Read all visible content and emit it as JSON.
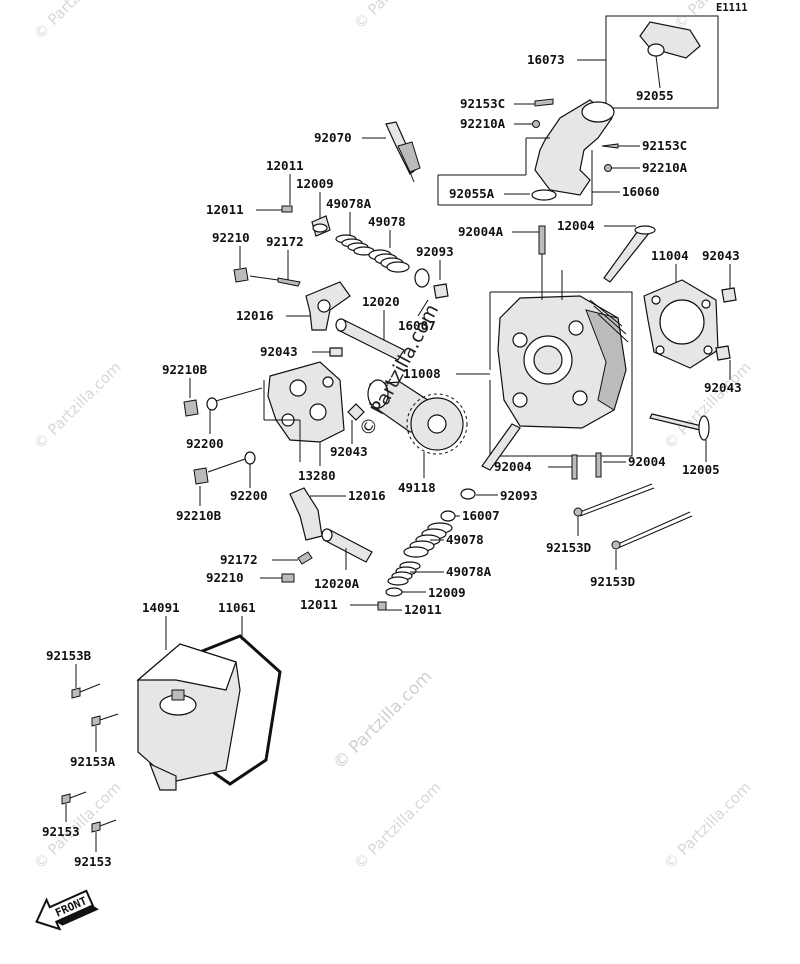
{
  "diagram_code": "E1111",
  "front_label": "FRONT",
  "watermark": "© Partzilla.com",
  "center_watermark": "© Partzilla.com",
  "parts": {
    "p16073": "16073",
    "p92055": "92055",
    "p92153C_a": "92153C",
    "p92210A_a": "92210A",
    "p92153C_b": "92153C",
    "p92210A_b": "92210A",
    "p92055A": "92055A",
    "p16060": "16060",
    "p92070": "92070",
    "p12011_a": "12011",
    "p12009_a": "12009",
    "p12011_b": "12011",
    "p49078A_a": "49078A",
    "p49078_a": "49078",
    "p92004A": "92004A",
    "p12004": "12004",
    "p92210": "92210",
    "p92172_a": "92172",
    "p92093_a": "92093",
    "p11004": "11004",
    "p92043_a": "92043",
    "p12020_a": "12020",
    "p12016_a": "12016",
    "p16007_a": "16007",
    "p92043_b": "92043",
    "p11008": "11008",
    "p92043_c": "92043",
    "p92210B_a": "92210B",
    "p92200_a": "92200",
    "p92043_d": "92043",
    "p92004_a": "92004",
    "p92004_b": "92004",
    "p12005": "12005",
    "p13280": "13280",
    "p49118": "49118",
    "p92200_b": "92200",
    "p92093_b": "92093",
    "p92210B_b": "92210B",
    "p12016_b": "12016",
    "p16007_b": "16007",
    "p49078_b": "49078",
    "p92153D_a": "92153D",
    "p92172_b": "92172",
    "p49078A_b": "49078A",
    "p92210_b": "92210",
    "p12020A": "12020A",
    "p12009_b": "12009",
    "p92153D_b": "92153D",
    "p12011_c": "12011",
    "p12011_d": "12011",
    "p14091": "14091",
    "p11061": "11061",
    "p92153B": "92153B",
    "p92153A": "92153A",
    "p92153_a": "92153",
    "p92153_b": "92153"
  }
}
